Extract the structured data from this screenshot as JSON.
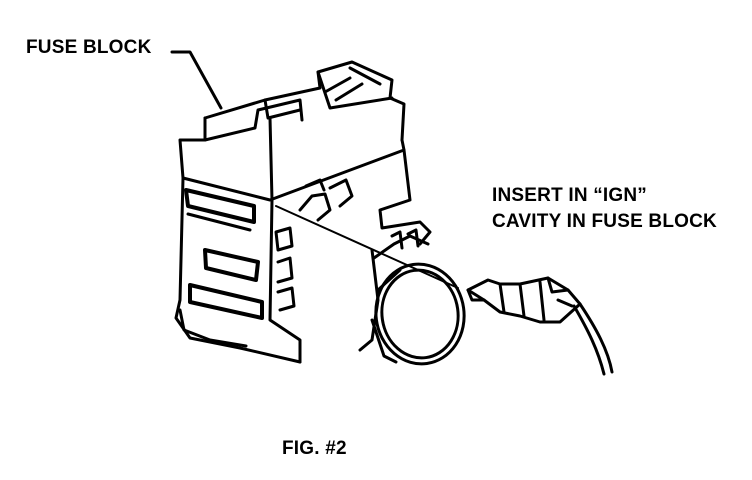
{
  "labels": {
    "fuse_block": "FUSE BLOCK",
    "insert_line1": "INSERT IN “IGN”",
    "insert_line2": "CAVITY IN FUSE BLOCK",
    "figure": "FIG. #2"
  },
  "colors": {
    "ink": "#000000",
    "paper": "#ffffff"
  }
}
